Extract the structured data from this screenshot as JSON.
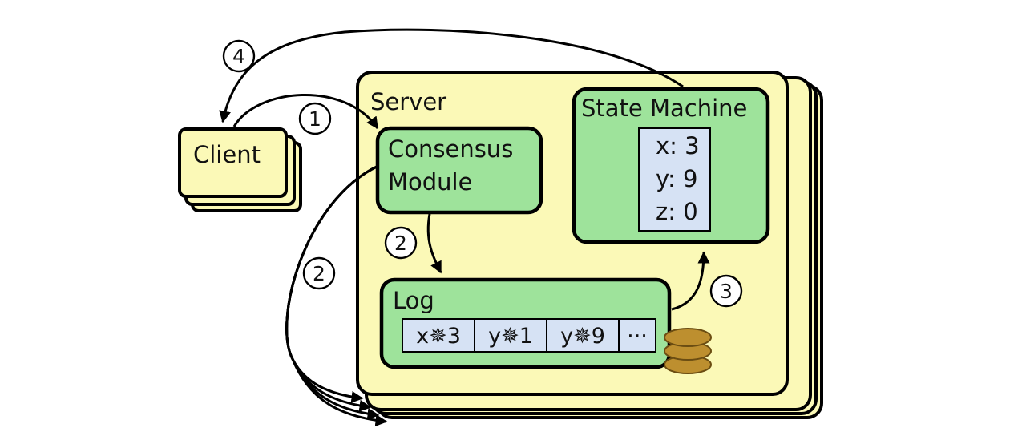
{
  "labels": {
    "client": "Client",
    "server": "Server",
    "consensus_line1": "Consensus",
    "consensus_line2": "Module",
    "state_machine": "State Machine",
    "log": "Log"
  },
  "state_values": [
    "x: 3",
    "y: 9",
    "z: 0"
  ],
  "log_entries": [
    "x✵3",
    "y✵1",
    "y✵9",
    "···"
  ],
  "steps": {
    "step1": "1",
    "step2_log": "2",
    "step2_peers": "2",
    "step3": "3",
    "step4": "4"
  },
  "colors": {
    "server_fill": "#fbf9b7",
    "module_fill": "#9ee39b",
    "state_fill": "#d6e2f4",
    "disk_fill": "#bd8f2f"
  }
}
